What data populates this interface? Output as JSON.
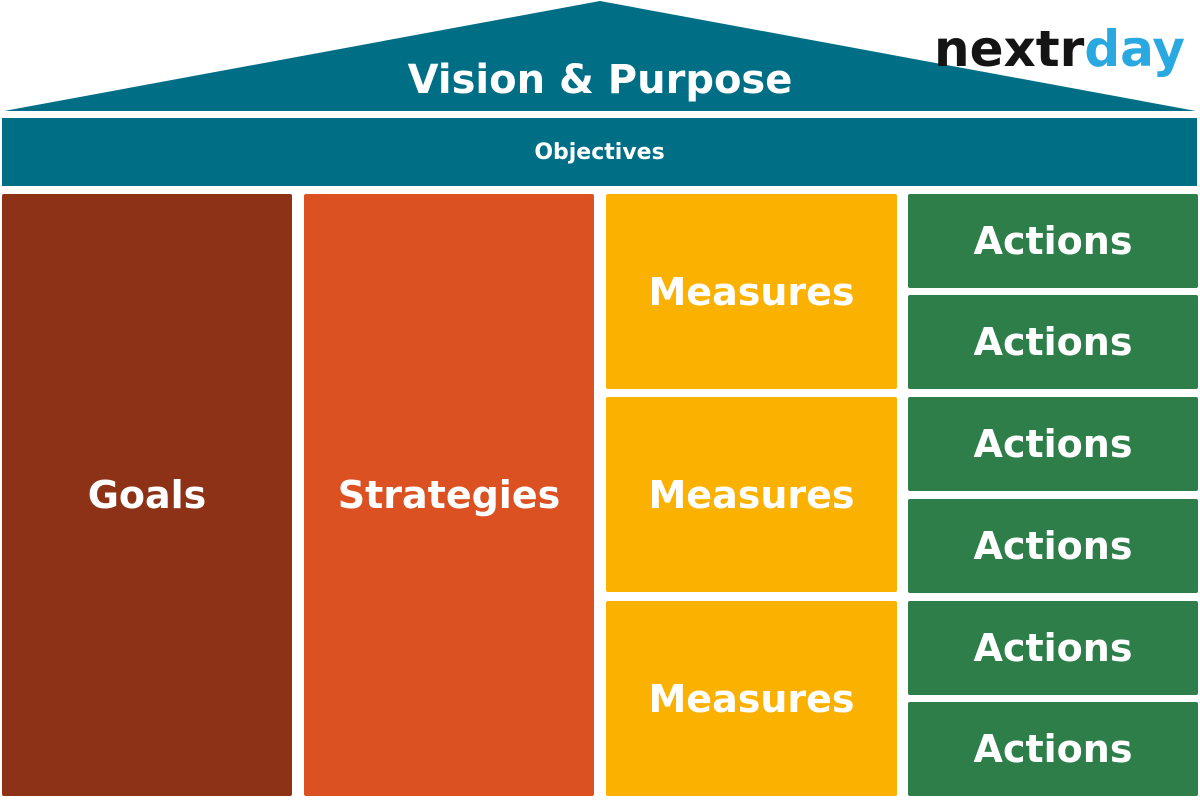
{
  "diagram": {
    "vision": "Vision & Purpose",
    "objectives": "Objectives",
    "goals": "Goals",
    "strategies": "Strategies",
    "measures": [
      "Measures",
      "Measures",
      "Measures"
    ],
    "actions": [
      "Actions",
      "Actions",
      "Actions",
      "Actions",
      "Actions",
      "Actions"
    ]
  },
  "logo": {
    "dark": "nextr",
    "light": "day"
  },
  "colors": {
    "roof": "#006f86",
    "goals": "#8e3217",
    "strategies": "#dc5122",
    "measures": "#fbb100",
    "actions": "#2e7e4a",
    "logo_accent": "#29a9e0"
  }
}
